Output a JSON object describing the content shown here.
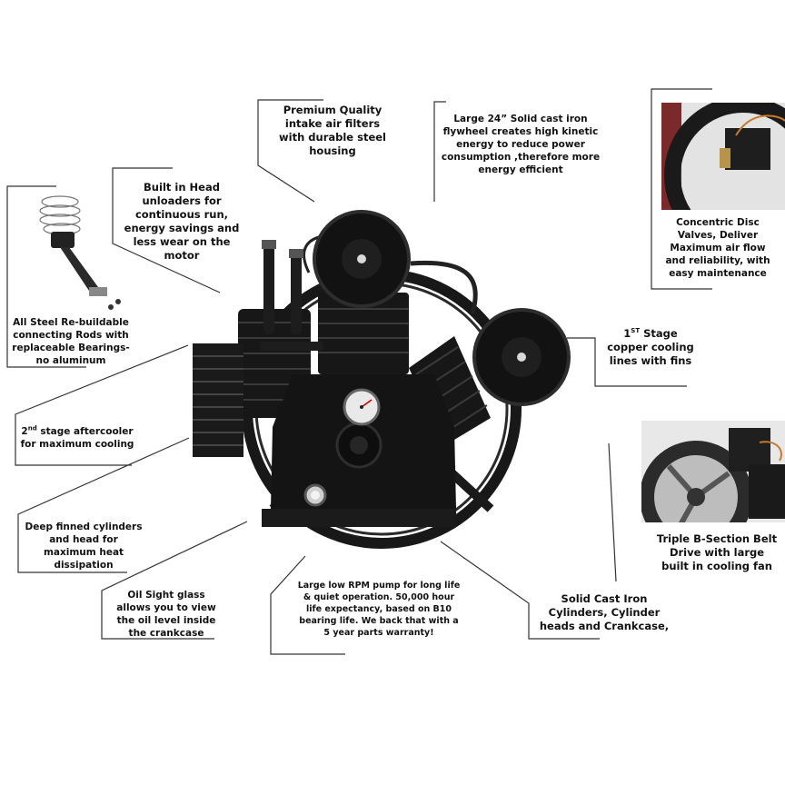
{
  "callouts": {
    "intake_filters": "Premium Quality intake air filters with durable steel housing",
    "flywheel": "Large 24” Solid cast iron flywheel creates high kinetic energy to reduce power consumption ,therefore more energy efficient",
    "valves": "Concentric Disc Valves, Deliver Maximum air flow and reliability, with easy maintenance",
    "unloaders": "Built in Head unloaders for continuous run, energy savings and less wear on the motor",
    "rods": "All Steel Re-buildable connecting Rods with replaceable Bearings- no aluminum",
    "first_stage": "1ST Stage copper cooling lines with fins",
    "first_stage_num": "1",
    "first_stage_sup": "ST",
    "first_stage_rest": "Stage copper cooling lines with fins",
    "aftercooler_num": "2",
    "aftercooler_sup": "nd",
    "aftercooler_rest": "stage aftercooler for maximum cooling",
    "finned": "Deep finned cylinders and head for maximum heat dissipation",
    "belt_drive": "Triple B-Section Belt Drive with large built in cooling fan",
    "sight_glass": "Oil Sight glass allows you to view the oil level inside the crankcase",
    "low_rpm": "Large low RPM pump for long life & quiet operation. 50,000 hour life expectancy, based on B10 bearing life. We back that with a 5 year parts warranty!",
    "cast_iron": "Solid Cast Iron Cylinders, Cylinder heads and Crankcase,"
  },
  "colors": {
    "leader_line": "#333333",
    "pump_body": "#141414",
    "inset_background": "#6b2222"
  },
  "icons": {
    "main": "air-compressor-pump",
    "rod": "connecting-rod-image",
    "valve": "valve-closeup-image",
    "belt": "belt-drive-closeup-image",
    "gauge": "pressure-gauge"
  }
}
